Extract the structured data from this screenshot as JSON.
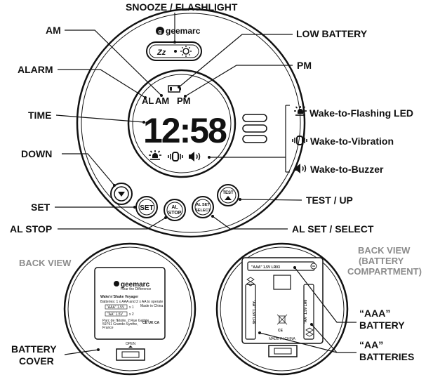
{
  "labels": {
    "snooze_flashlight": "SNOOZE / FLASHLIGHT",
    "am": "AM",
    "low_battery": "LOW BATTERY",
    "alarm": "ALARM",
    "pm": "PM",
    "time": "TIME",
    "wake_led": "Wake-to-Flashing LED",
    "wake_vibration": "Wake-to-Vibration",
    "wake_buzzer": "Wake-to-Buzzer",
    "down": "DOWN",
    "set": "SET",
    "test_up": "TEST / UP",
    "al_stop": "AL STOP",
    "al_set_select": "AL SET / SELECT",
    "back_view": "BACK VIEW",
    "back_view_battery_1": "BACK VIEW",
    "back_view_battery_2": "(BATTERY",
    "back_view_battery_3": "COMPARTMENT)",
    "battery_cover_1": "BATTERY",
    "battery_cover_2": "COVER",
    "aaa_battery_1": "“AAA”",
    "aaa_battery_2": "BATTERY",
    "aa_batteries_1": "“AA”",
    "aa_batteries_2": "BATTERIES"
  },
  "device": {
    "brand": "geemarc",
    "snooze_glyph": "Zz",
    "lcd": {
      "al": "AL",
      "am": "AM",
      "pm": "PM",
      "time": "12:58"
    },
    "buttons": {
      "set": "SET",
      "al_stop_1": "AL",
      "al_stop_2": "STOP",
      "al_set_1": "AL SET",
      "al_set_2": "SELECT",
      "test": "TEST"
    }
  },
  "back_panel": {
    "brand": "geemarc",
    "tagline": "Hear the Difference",
    "product": "WakeʼnʼShake Voyager",
    "batteries_note": "Batteries: 1 x AAA and 2 x AA to operate",
    "aaa_spec": "\"AAA\" 1.5V",
    "aaa_qty": "x 1",
    "aa_spec": "\"AA\" 1.5V",
    "aa_qty": "x 2",
    "made_in": "Made in China",
    "address_1": "Parc de l'Etoile, 2 Rue Galilée",
    "address_2": "59791 Grande-Synthe,",
    "address_3": "France",
    "marks": "CE UK CA",
    "open": "OPEN",
    "compartment_aaa": "\"AAA\" 1.5V LR03",
    "compartment_aa": "\"AA\" 1.5V LR6",
    "compartment_made": "MADE IN CHINA"
  },
  "colors": {
    "ink": "#111111",
    "label_gray": "#8c8c8c",
    "lcd_bg": "#ffffff"
  }
}
